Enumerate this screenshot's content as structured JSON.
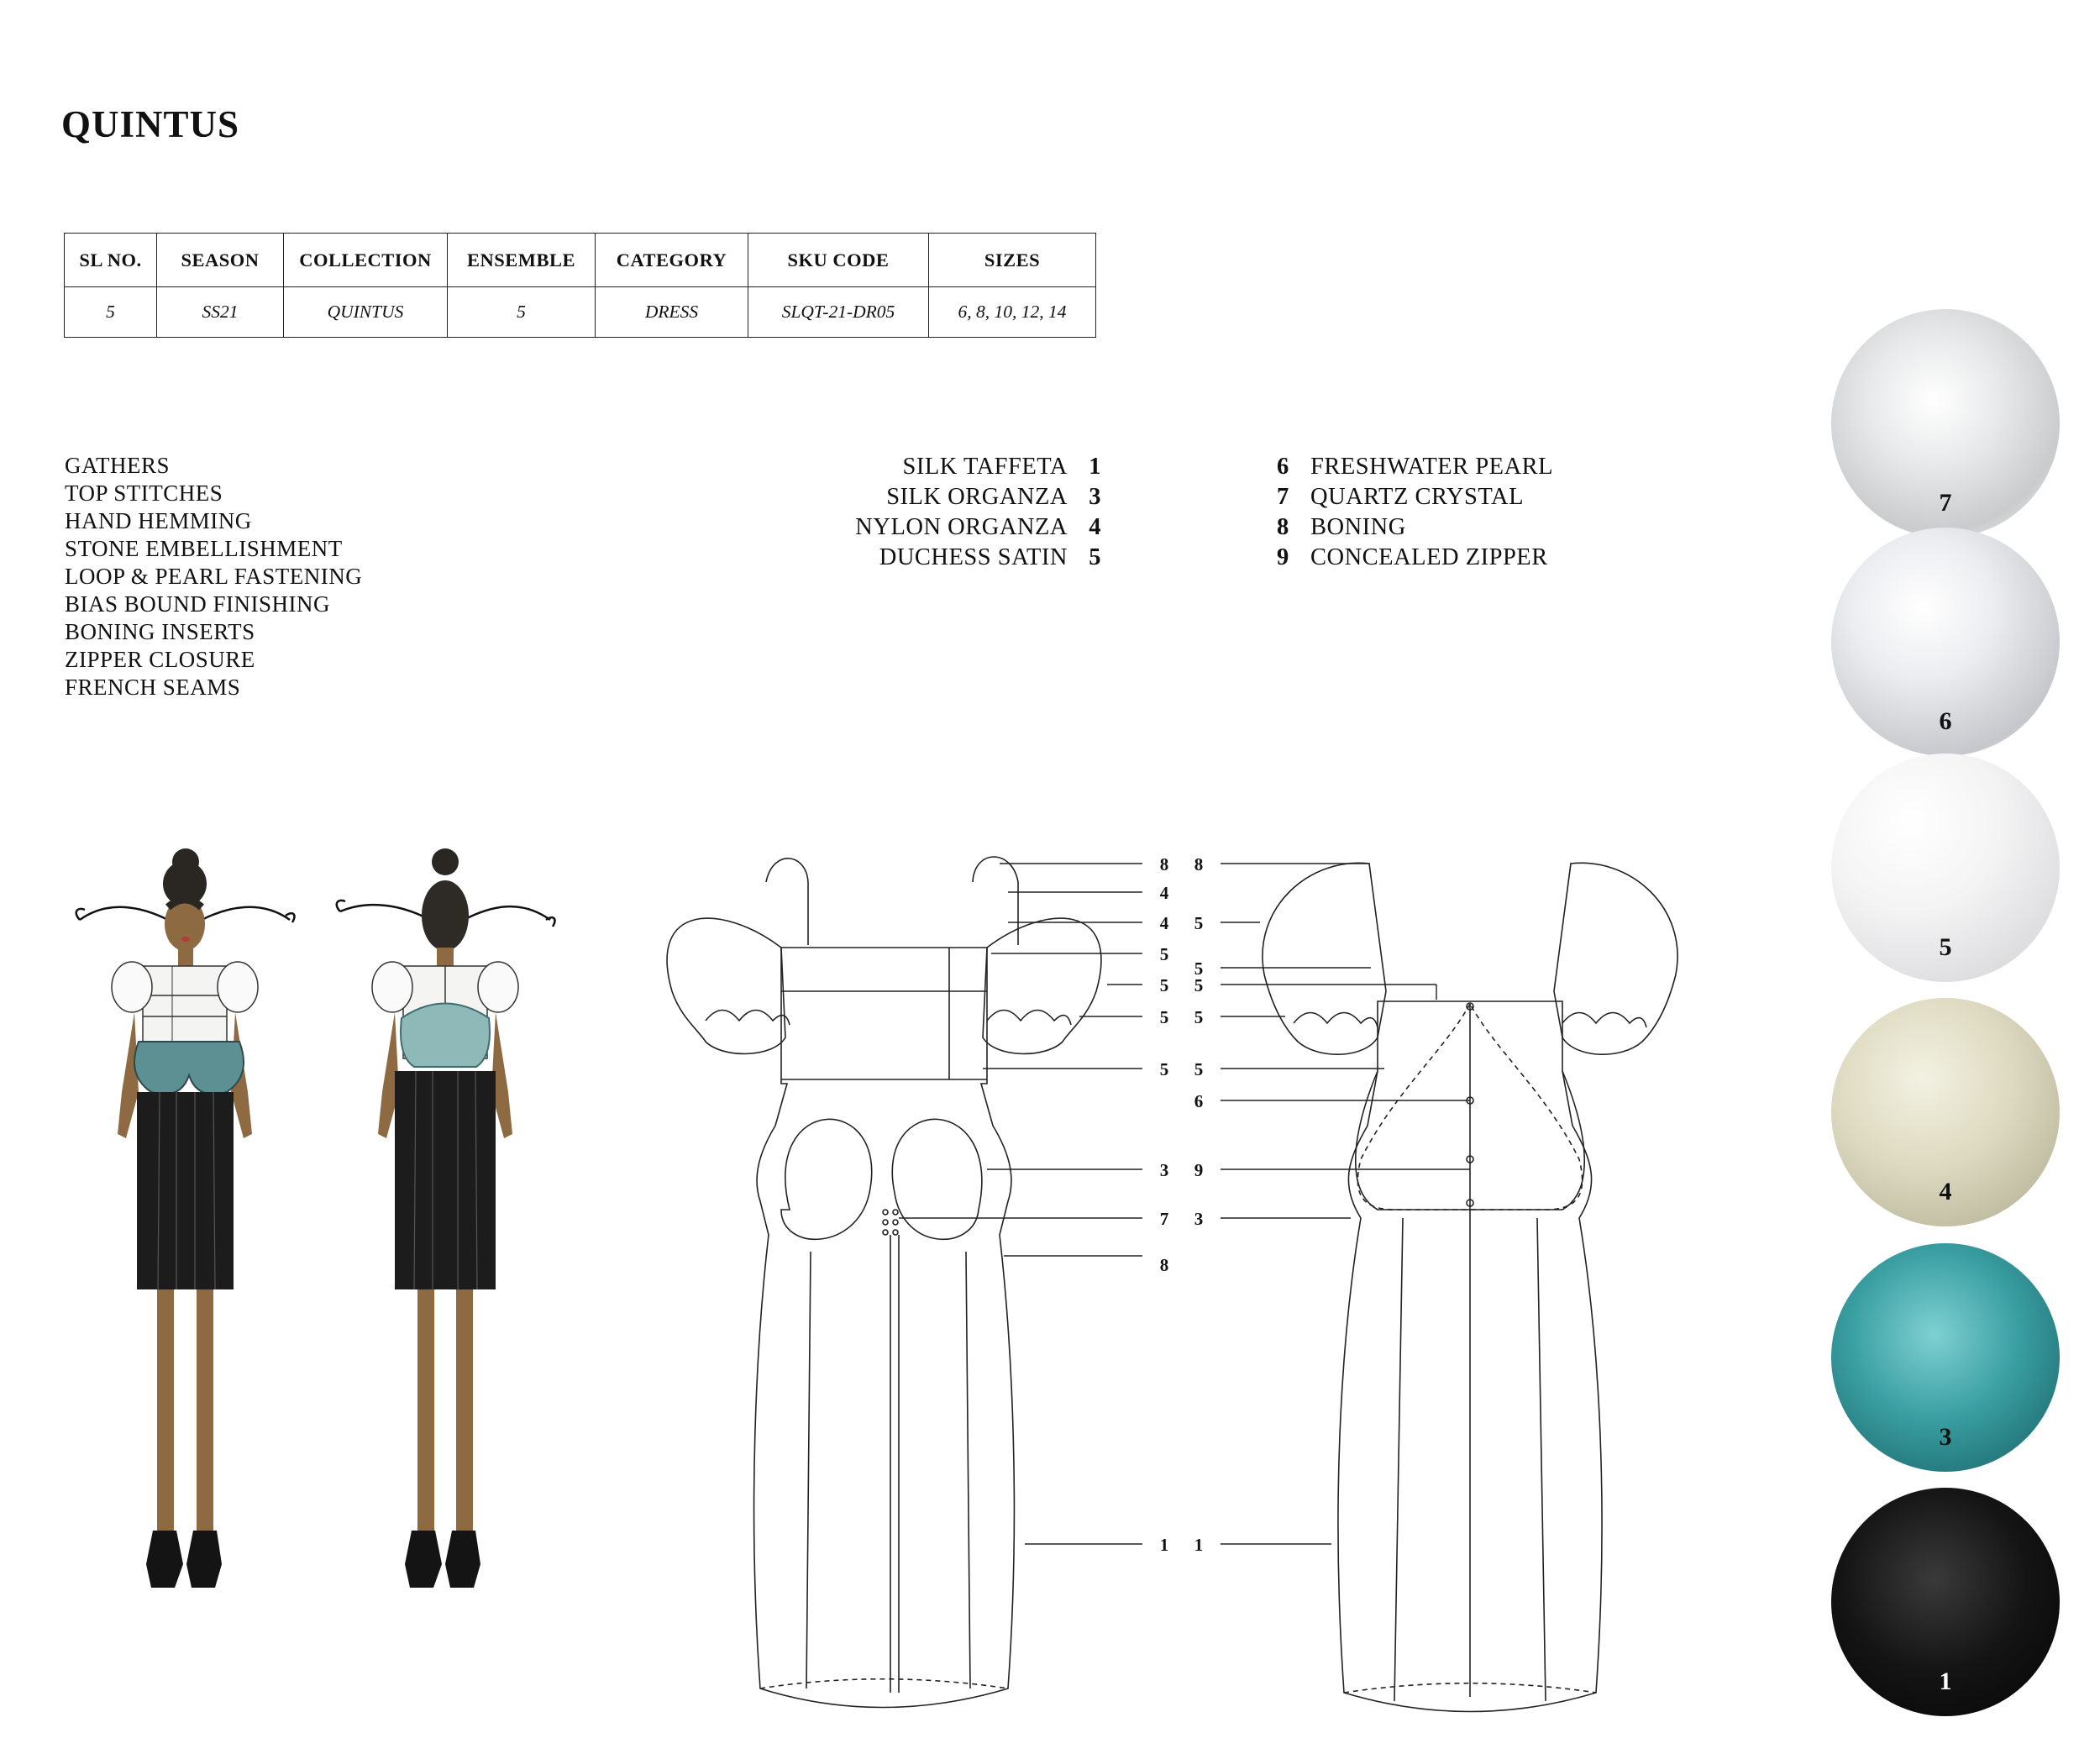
{
  "title": "QUINTUS",
  "spec_table": {
    "headers": [
      "SL NO.",
      "SEASON",
      "COLLECTION",
      "ENSEMBLE",
      "CATEGORY",
      "SKU CODE",
      "SIZES"
    ],
    "values": [
      "5",
      "SS21",
      "QUINTUS",
      "5",
      "DRESS",
      "SLQT-21-DR05",
      "6, 8, 10, 12, 14"
    ]
  },
  "techniques": [
    "GATHERS",
    "TOP STITCHES",
    "HAND HEMMING",
    "STONE EMBELLISHMENT",
    "LOOP & PEARL FASTENING",
    "BIAS BOUND FINISHING",
    "BONING INSERTS",
    "ZIPPER CLOSURE",
    "FRENCH SEAMS"
  ],
  "fabrics_left": [
    {
      "name": "SILK TAFFETA",
      "num": "1"
    },
    {
      "name": "SILK ORGANZA",
      "num": "3"
    },
    {
      "name": "NYLON ORGANZA",
      "num": "4"
    },
    {
      "name": "DUCHESS SATIN",
      "num": "5"
    }
  ],
  "fabrics_right": [
    {
      "num": "6",
      "name": "FRESHWATER PEARL"
    },
    {
      "num": "7",
      "name": "QUARTZ CRYSTAL"
    },
    {
      "num": "8",
      "name": "BONING"
    },
    {
      "num": "9",
      "name": "CONCEALED ZIPPER"
    }
  ],
  "front_callouts": [
    "8",
    "4",
    "4",
    "5",
    "5",
    "5",
    "5",
    "3",
    "7",
    "8",
    "1"
  ],
  "back_callouts": [
    "8",
    "5",
    "5",
    "5",
    "5",
    "5",
    "6",
    "9",
    "3",
    "1"
  ],
  "swatches": [
    {
      "num": "7",
      "material": "quartz-crystal",
      "color": "#e9eaeb"
    },
    {
      "num": "6",
      "material": "freshwater-pearl",
      "color": "#e6e6e8"
    },
    {
      "num": "5",
      "material": "duchess-satin",
      "color": "#f1f1f2"
    },
    {
      "num": "4",
      "material": "nylon-organza",
      "color": "#ddd9c0"
    },
    {
      "num": "3",
      "material": "silk-organza",
      "color": "#3a9fa2"
    },
    {
      "num": "1",
      "material": "silk-taffeta",
      "color": "#141414"
    }
  ]
}
